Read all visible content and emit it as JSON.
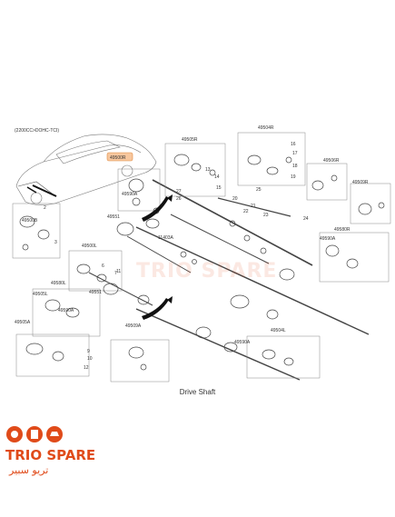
{
  "diagram": {
    "engine_note": "(2200CC>DOHC-TCI)",
    "highlight_label": "49500R",
    "caption": "Drive Shaft",
    "parts": {
      "p49504R": "49504R",
      "p49505R": "49505R",
      "p49506R": "49506R",
      "p49509R": "49509R",
      "p49580R": "49580R",
      "p49590A_r": "49590A",
      "p49590A_u": "49590A",
      "p49590A_l": "49590A",
      "p49590A_m": "49590A",
      "p49551_u": "49551",
      "p49551_l": "49551",
      "p11403A": "11403A",
      "p49500B": "49500B",
      "p49500L": "49500L",
      "p49580L": "49580L",
      "p49505L": "49505L",
      "p49505A": "49505A",
      "p49509A": "49509A",
      "p49504L": "49504L"
    },
    "callouts": {
      "n13": "13",
      "n14": "14",
      "n15": "15",
      "n16": "16",
      "n17": "17",
      "n18": "18",
      "n19": "19",
      "n20": "20",
      "n21": "21",
      "n22": "22",
      "n23": "23",
      "n24": "24",
      "n25": "25",
      "n26": "26",
      "n27": "27",
      "n2": "2",
      "n3": "3",
      "n6": "6",
      "n7": "7",
      "n9": "9",
      "n10": "10",
      "n11": "11",
      "n12": "12"
    }
  },
  "brand": {
    "name": "TRIO SPARE",
    "name_ar": "تريو سبير",
    "watermark": "TRIO SPARE",
    "accent_color": "#e04b1a"
  }
}
